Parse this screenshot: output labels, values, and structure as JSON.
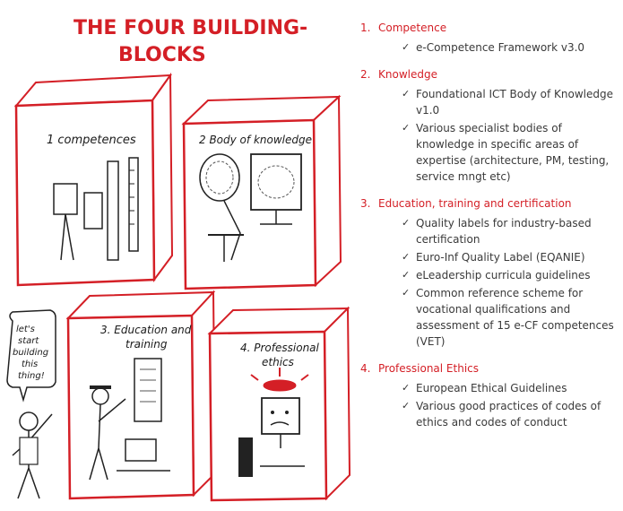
{
  "illustration": {
    "title_line1": "THE FOUR BUILDING-",
    "title_line2": "BLOCKS",
    "block1_label": "1 competences",
    "block2_label": "2 Body of knowledge",
    "block3_label_line1": "3. Education and",
    "block3_label_line2": "training",
    "block4_label_line1": "4. Professional",
    "block4_label_line2": "ethics",
    "speech_lines": [
      "let's",
      "start",
      "building",
      "this",
      "thing!"
    ]
  },
  "outline": {
    "check_symbol": "✓",
    "sections": [
      {
        "number": "1.",
        "heading": "Competence",
        "items": [
          "e-Competence Framework v3.0"
        ]
      },
      {
        "number": "2.",
        "heading": "Knowledge",
        "items": [
          "Foundational ICT Body of Knowledge v1.0",
          "Various specialist bodies of knowledge in specific areas of expertise (architecture, PM, testing, service mngt etc)"
        ]
      },
      {
        "number": "3.",
        "heading": "Education, training and certification",
        "items": [
          "Quality labels for industry-based certification",
          "Euro-Inf Quality Label  (EQANIE)",
          "eLeadership curricula guidelines",
          "Common reference scheme for vocational qualifications and assessment of  15 e-CF competences (VET)"
        ]
      },
      {
        "number": "4.",
        "heading": "Professional Ethics",
        "items": [
          "European Ethical Guidelines",
          "Various good practices of codes of ethics and codes of conduct"
        ]
      }
    ]
  }
}
